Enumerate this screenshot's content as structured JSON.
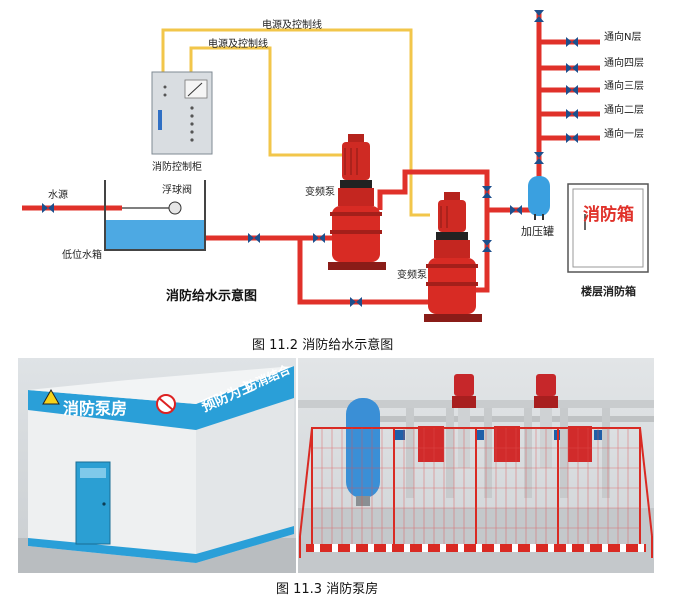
{
  "diagram": {
    "power_line_top": "电源及控制线",
    "power_line_inner": "电源及控制线",
    "cabinet": "消防控制柜",
    "water_source": "水源",
    "float_valve": "浮球阀",
    "low_tank": "低位水箱",
    "vfd_pump_1": "变频泵",
    "vfd_pump_2": "变频泵",
    "pressure_tank": "加压罐",
    "title": "消防给水示意图",
    "floors": [
      "通向N层",
      "通向四层",
      "通向三层",
      "通向二层",
      "通向一层"
    ],
    "hydrant_box": "消防箱",
    "floor_hydrant_box": "楼层消防箱"
  },
  "captions": {
    "fig_11_2": "图 11.2 消防给水示意图",
    "fig_11_3": "图 11.3 消防泵房"
  },
  "pump_room": {
    "sign_main": "消防泵房",
    "slogan_1": "预防为主",
    "slogan_2": "防消结合"
  },
  "colors": {
    "pipe_red": "#e0312a",
    "control_yellow": "#f2c64a",
    "tank_blue": "#3aa0e0",
    "wall_blue": "#2a9fd8"
  }
}
